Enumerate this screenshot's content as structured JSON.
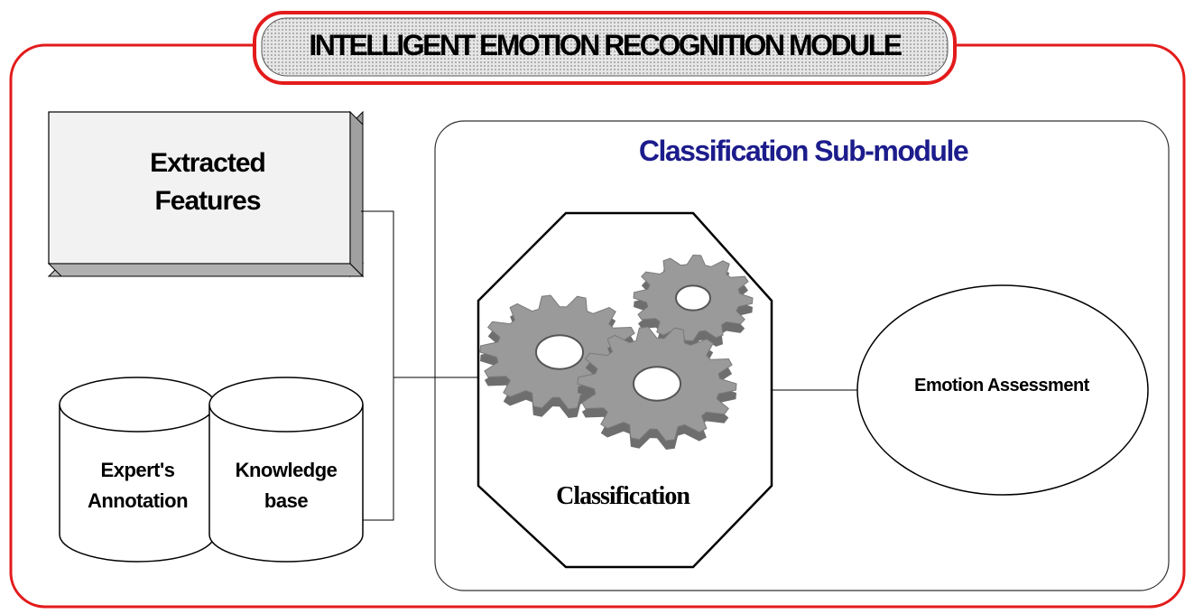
{
  "diagram": {
    "module_title": "INTELLIGENT EMOTION RECOGNITION MODULE",
    "submodule_title": "Classification Sub-module",
    "extracted_features": "Extracted\nFeatures",
    "expert_annotation": "Expert's\nAnnotation",
    "knowledge_base": "Knowledge\nbase",
    "classification": "Classification",
    "emotion_assessment": "Emotion Assessment"
  },
  "colors": {
    "module_border": "#e31b1b",
    "submodule_title": "#1c1c8c",
    "box_face": "#f2f2f2",
    "box_shade": "#b8b8b8",
    "gear": "#9a9a9a"
  },
  "icons": [
    "gear-icon",
    "gear-icon",
    "gear-icon",
    "database-icon",
    "database-icon"
  ]
}
